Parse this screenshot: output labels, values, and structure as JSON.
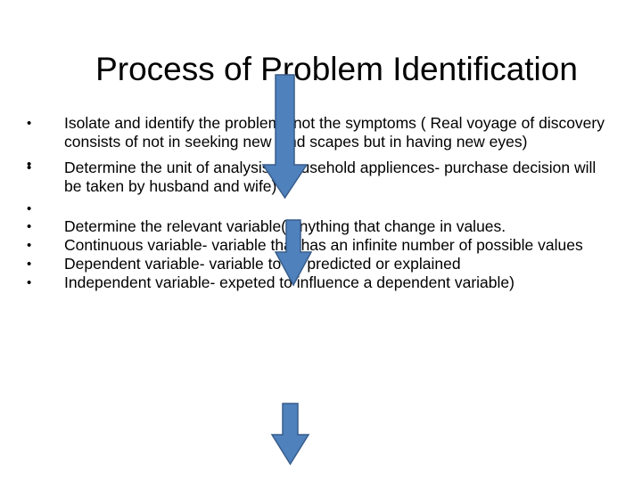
{
  "slide": {
    "title": "Process of Problem Identification",
    "bullet_glyph": "•",
    "bullets": [
      "Isolate and identify the problems not the symptoms  ( Real voyage of discovery consists of not in seeking new land scapes  but in having new eyes)",
      "",
      "Determine the unit of analysis ( household appliences- purchase decision will be taken by husband and wife)",
      "",
      "Determine the relevant variable( anything that change in values.",
      "Continuous variable- variable that has an infinite number of possible values",
      "Dependent variable- variable to be predicted or explained",
      "Independent variable- expeted to influence a dependent variable)"
    ],
    "arrow_color": "#4F81BD",
    "arrow_outline": "#385D8A"
  }
}
